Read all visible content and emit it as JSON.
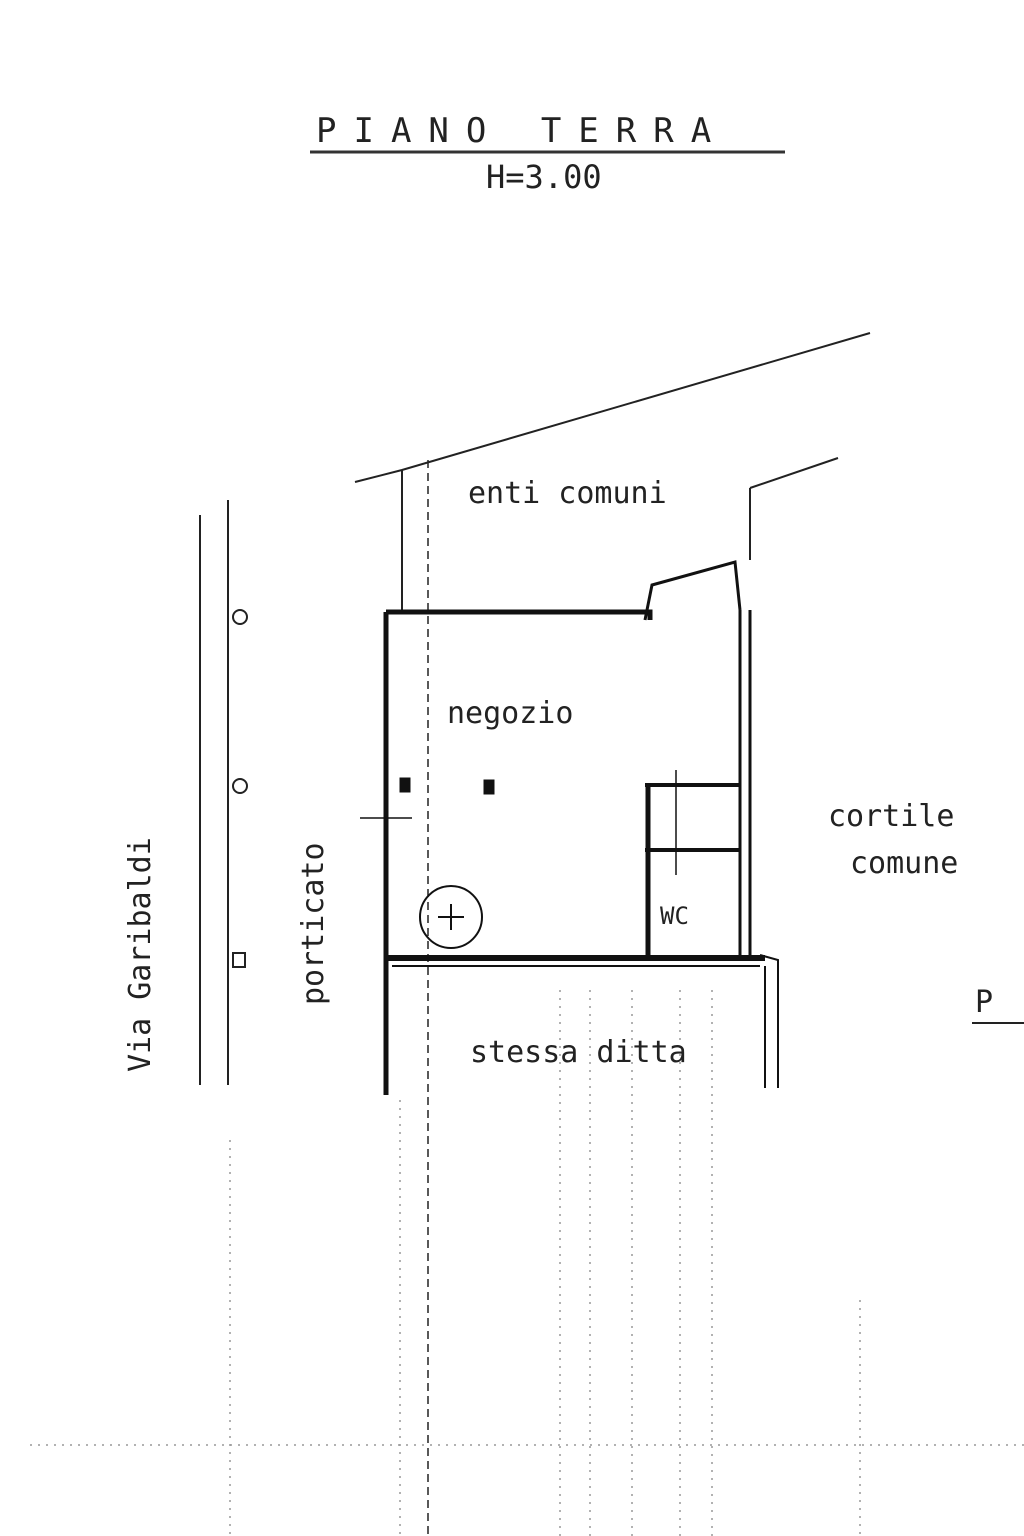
{
  "title": "PIANO TERRA",
  "height_note": "H=3.00",
  "labels": {
    "enti_comuni": "enti comuni",
    "negozio": "negozio",
    "cortile_1": "cortile",
    "cortile_2": "comune",
    "wc": "WC",
    "porticato": "porticato",
    "via": "Via Garibaldi",
    "stessa_ditta": "stessa ditta",
    "p": "P"
  },
  "colors": {
    "ink": "#222222",
    "paper": "#ffffff"
  }
}
